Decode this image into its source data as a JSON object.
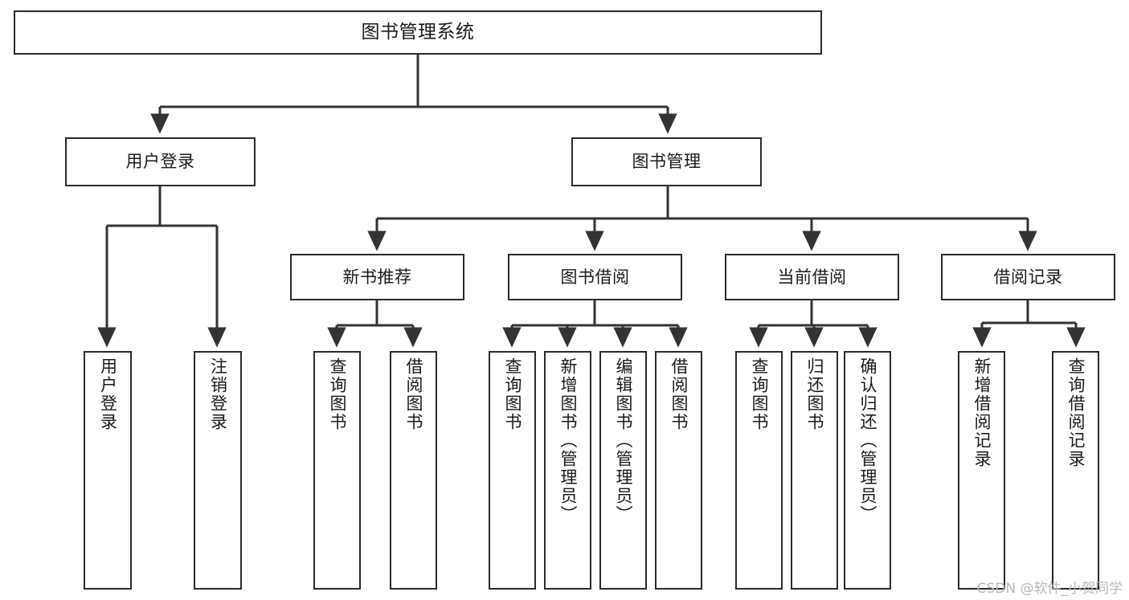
{
  "diagram": {
    "type": "tree-hierarchy-chart",
    "title": "图书管理系统",
    "root": {
      "id": "root",
      "label": "图书管理系统"
    },
    "level1": [
      {
        "id": "user-login",
        "label": "用户登录"
      },
      {
        "id": "book-manage",
        "label": "图书管理"
      }
    ],
    "level2": [
      {
        "id": "new-book-recommend",
        "label": "新书推荐",
        "parent": "book-manage"
      },
      {
        "id": "book-borrow",
        "label": "图书借阅",
        "parent": "book-manage"
      },
      {
        "id": "current-borrow",
        "label": "当前借阅",
        "parent": "book-manage"
      },
      {
        "id": "borrow-record",
        "label": "借阅记录",
        "parent": "book-manage"
      }
    ],
    "leaves": [
      {
        "id": "leaf-user-login",
        "label": "用户登录",
        "parent": "user-login"
      },
      {
        "id": "leaf-logout",
        "label": "注销登录",
        "parent": "user-login"
      },
      {
        "id": "leaf-query-book-1",
        "label": "查询图书",
        "parent": "new-book-recommend"
      },
      {
        "id": "leaf-borrow-book-1",
        "label": "借阅图书",
        "parent": "new-book-recommend"
      },
      {
        "id": "leaf-query-book-2",
        "label": "查询图书",
        "parent": "book-borrow"
      },
      {
        "id": "leaf-add-book",
        "label": "新增图书（管理员）",
        "parent": "book-borrow"
      },
      {
        "id": "leaf-edit-book",
        "label": "编辑图书（管理员）",
        "parent": "book-borrow"
      },
      {
        "id": "leaf-borrow-book-2",
        "label": "借阅图书",
        "parent": "book-borrow"
      },
      {
        "id": "leaf-query-book-3",
        "label": "查询图书",
        "parent": "current-borrow"
      },
      {
        "id": "leaf-return-book",
        "label": "归还图书",
        "parent": "current-borrow"
      },
      {
        "id": "leaf-confirm-return",
        "label": "确认归还（管理员）",
        "parent": "current-borrow"
      },
      {
        "id": "leaf-add-record",
        "label": "新增借阅记录",
        "parent": "borrow-record"
      },
      {
        "id": "leaf-query-record",
        "label": "查询借阅记录",
        "parent": "borrow-record"
      }
    ],
    "colors": {
      "border": "#2b2b2b",
      "background": "#ffffff",
      "text": "#1a1a1a",
      "edge": "#333333",
      "watermark": "#b9b9b9"
    }
  },
  "watermark": {
    "text": "CSDN @软件_小贺同学"
  }
}
